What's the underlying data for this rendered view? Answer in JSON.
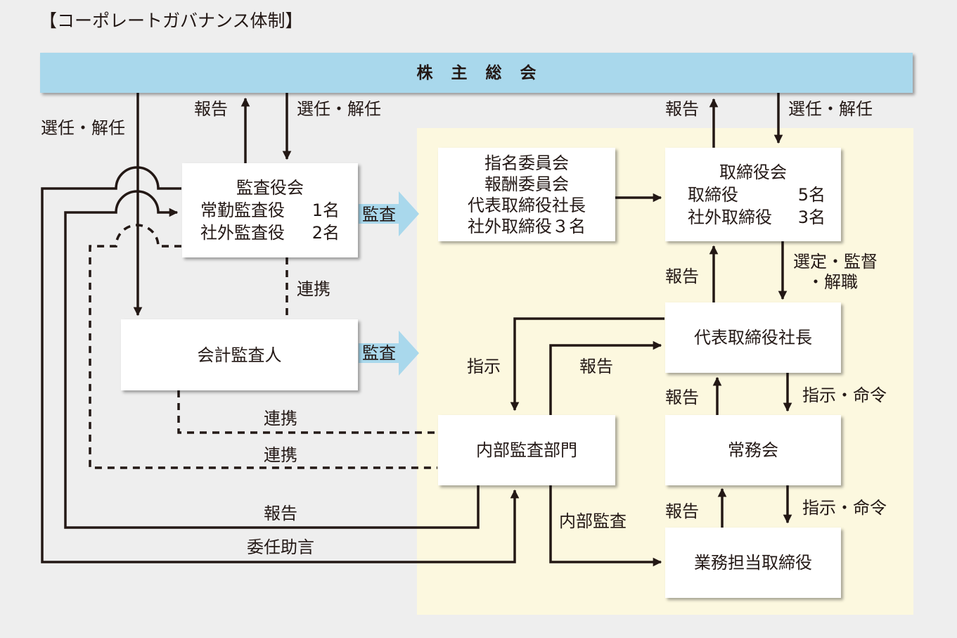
{
  "title": "【コーポレートガバナンス体制】",
  "boxes": {
    "shareholders_meeting": "株主総会",
    "audit_board": {
      "title": "監査役会",
      "row1_name": "常勤監査役",
      "row1_count": "1名",
      "row2_name": "社外監査役",
      "row2_count": "2名"
    },
    "committees": {
      "line1": "指名委員会",
      "line2": "報酬委員会",
      "line3": "代表取締役社長",
      "line4": "社外取締役３名"
    },
    "board": {
      "title": "取締役会",
      "row1_name": "取締役",
      "row1_count": "5名",
      "row2_name": "社外取締役",
      "row2_count": "3名"
    },
    "accounting_auditor": "会計監査人",
    "president": "代表取締役社長",
    "internal_audit": "内部監査部門",
    "executive_committee": "常務会",
    "executive_directors": "業務担当取締役"
  },
  "labels": {
    "elect_dismiss_left": "選任・解任",
    "report_to_gm_audit": "報告",
    "elect_dismiss_audit": "選任・解任",
    "report_to_gm_board": "報告",
    "elect_dismiss_board": "選任・解任",
    "audit_arrow_1": "監査",
    "audit_arrow_2": "監査",
    "coordination_1": "連携",
    "coordination_2": "連携",
    "coordination_3": "連携",
    "report_president_to_board": "報告",
    "select_supervise_line1": "選定・監督",
    "select_supervise_line2": "・解職",
    "instruction_to_internal": "指示",
    "report_internal_to_president": "報告",
    "report_exec_to_president": "報告",
    "instruction_order_1": "指示・命令",
    "report_directors_to_exec": "報告",
    "instruction_order_2": "指示・命令",
    "internal_audit_label": "内部監査",
    "report_internal_to_audit": "報告",
    "delegation_advice": "委任助言"
  },
  "colors": {
    "background": "#eeeeee",
    "shareholders_fill": "#a9d8ec",
    "audit_arrow_fill": "#a9d8ec",
    "management_area": "#fcf8df",
    "line": "#231815"
  }
}
